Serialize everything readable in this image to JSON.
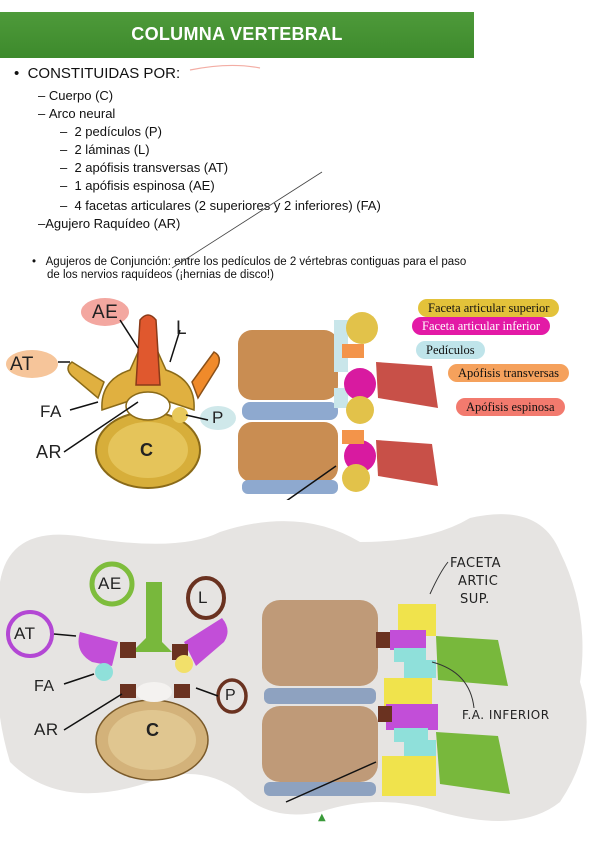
{
  "header": {
    "title": "COLUMNA VERTEBRAL"
  },
  "outline": {
    "heading": "CONSTITUIDAS POR:",
    "items": [
      "Cuerpo (C)",
      "Arco neural",
      "2 pedículos (P)",
      "2 láminas (L)",
      "2 apófisis transversas (AT)",
      "1 apófisis espinosa (AE)",
      "4 facetas articulares (2 superiores y 2 inferiores) (FA)",
      "Agujero Raquídeo (AR)"
    ],
    "note_line1": "Agujeros de Conjunción: entre los pedículos de 2 vértebras contiguas para el paso",
    "note_line2": "de los nervios raquídeos (¡hernias de disco!)"
  },
  "diagram_labels": {
    "ae": "AE",
    "l": "L",
    "at": "AT",
    "fa": "FA",
    "p": "P",
    "ar": "AR",
    "c": "C"
  },
  "legend": [
    {
      "label": "Faceta articular superior",
      "color": "#e3c23a"
    },
    {
      "label": "Faceta articular inferior",
      "color": "#e31aa6"
    },
    {
      "label": "Pedículos",
      "color": "#a9dde3"
    },
    {
      "label": "Apófisis transversas",
      "color": "#f5a15c"
    },
    {
      "label": "Apófisis espinosa",
      "color": "#ef6a66"
    }
  ],
  "handwritten": {
    "faceta_sup_1": "FACETA",
    "faceta_sup_2": "ARTIC",
    "faceta_sup_3": "SUP.",
    "fa_inferior": "F.A. INFERIOR"
  },
  "colors": {
    "banner": "#3f8d2e"
  }
}
